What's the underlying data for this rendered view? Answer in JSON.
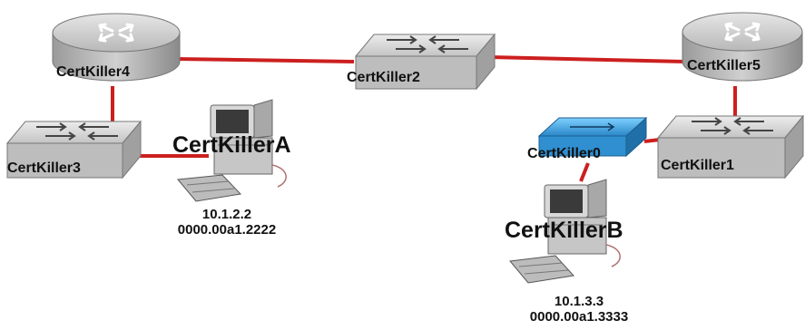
{
  "devices": {
    "certkiller4": "CertKiller4",
    "certkiller2": "CertKiller2",
    "certkiller5": "CertKiller5",
    "certkiller3": "CertKiller3",
    "certkiller0": "CertKiller0",
    "certkiller1": "CertKiller1"
  },
  "hosts": {
    "a": {
      "name": "CertKillerA",
      "ip": "10.1.2.2",
      "mac": "0000.00a1.2222"
    },
    "b": {
      "name": "CertKillerB",
      "ip": "10.1.3.3",
      "mac": "0000.00a1.3333"
    }
  },
  "colors": {
    "link": "#cc1f1f",
    "router": "#bcbcbc",
    "switch": "#d2d2d2",
    "blue_switch": "#3a9ad9",
    "pc": "#9a9a9a"
  }
}
